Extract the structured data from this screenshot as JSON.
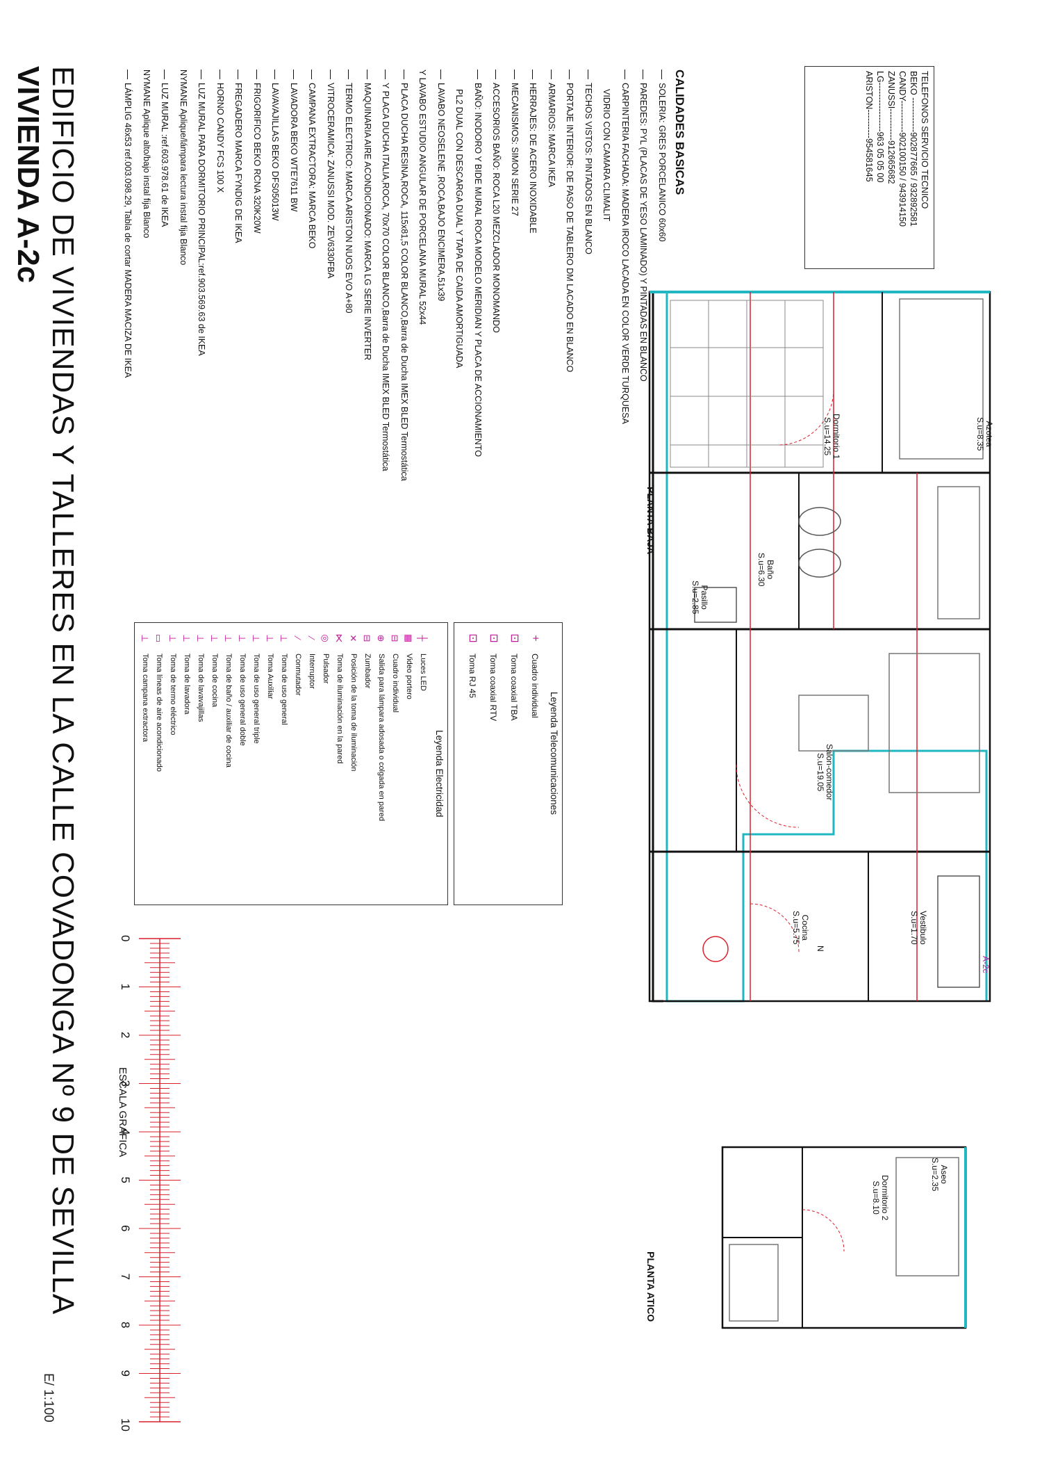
{
  "telefonos": {
    "title": "TELEFONOS SERVICIO TECNICO",
    "rows": [
      "BEKO ------------902877665 / 932892581",
      "CANDY-----------902100150 / 943914150",
      "ZANUSSI-----------912665682",
      "LG-----------------963 05 05 00",
      "ARISTON----------954581645"
    ]
  },
  "calidades": {
    "title": "CALIDADES BASICAS",
    "items": [
      {
        "text": "SOLERIA:  GRES PORCELANICO 60x60",
        "dash": true
      },
      {
        "text": "PAREDES:  PYL (PLACAS DE YESO LAMINADO) Y PINTADAS EN BLANCO",
        "dash": true
      },
      {
        "text": "CARPINTERIA FACHADA: MADERA IROCO LACADA EN COLOR VERDE TURQUESA",
        "dash": true
      },
      {
        "text": "VIDRIO CON CAMARA CLIMALIT",
        "dash": false,
        "sub": true
      },
      {
        "text": "TECHOS VISTOS: PINTADOS EN BLANCO",
        "dash": true
      },
      {
        "text": "PORTAJE INTERIOR: DE PASO DE TABLERO DM LACADO EN BLANCO",
        "dash": true
      },
      {
        "text": "ARMARIOS: MARCA IKEA",
        "dash": true
      },
      {
        "text": "HERRAJES: DE ACERO INOXIDABLE",
        "dash": true
      },
      {
        "text": "MECANISMOS: SIMON SERIE 27",
        "dash": true
      },
      {
        "text": "ACCESORIOS BAÑO: ROCA L20 MEZCLADOR MONOMANDO",
        "dash": true
      },
      {
        "text": "BAÑO: INODORO Y BIDE MURAL ROCA MODELO MERIDIAN Y PLACA DE ACCIONAMIENTO",
        "dash": true
      },
      {
        "text": "PL2 DUAL CON DESCARGA DUAL  Y TAPA DE CAIDA AMORTIGUADA",
        "dash": false,
        "sub": true
      },
      {
        "text": "LAVABO NEOSELENE ,ROCA,BAJO ENCIMERA,51x39",
        "dash": true
      },
      {
        "text": "Y LAVABO ESTUDIO ANGULAR DE PORCELANA MURAL 52x44",
        "dash": false
      },
      {
        "text": "PLACA DUCHA  RESINA,ROCA, 115x81,5 COLOR BLANCO,Barra de Ducha IMEX BLED Termostática",
        "dash": true
      },
      {
        "text": "Y PLACA DUCHA  ITALIA,ROCA, 70x70 COLOR BLANCO,Barra de Ducha IMEX BLED Termostática",
        "dash": true
      },
      {
        "text": "MAQUINARIA AIRE ACONDICIONADO: MARCA LG SERIE INVERTER",
        "dash": true
      },
      {
        "text": "TERMO ELECTRICO: MARCA ARISTON NUOS EVO A+80",
        "dash": true
      },
      {
        "text": "VITROCERAMICA: ZANUSSI MOD. ZEV6330FBA",
        "dash": true
      },
      {
        "text": "CAMPANA EXTRACTORA: MARCA BEKO",
        "dash": true
      },
      {
        "text": "LAVADORA BEKO WTE7611 BW",
        "dash": true
      },
      {
        "text": "LAVAVAJILLAS BEKO DFS05013W",
        "dash": true
      },
      {
        "text": "FRIGORIFICO BEKO RCNA 320K20W",
        "dash": true
      },
      {
        "text": "FREGADERO MARCA FYNDIG DE IKEA",
        "dash": true
      },
      {
        "text": "HORNO CANDY FCS 100 X",
        "dash": true
      },
      {
        "text": "LUZ MURAL PARA DORMITORIO PRINCIPAL:ref.903.569.63 de IKEA",
        "dash": true
      },
      {
        "text": "NYMANE  Apliquе/lámpara lectura instal fija Blanco",
        "dash": false
      },
      {
        "text": "LUZ MURAL :ref.603.978.61 de IKEA",
        "dash": true
      },
      {
        "text": "NYMANE  Aplique alto/bajo instal fija Blanco",
        "dash": false
      },
      {
        "text": "LÁMPLIG 46x53 ref.003.098.29, Tabla de cortar MADERA MACIZA DE IKEA",
        "dash": true
      }
    ]
  },
  "plans": {
    "baja_label": "PLANTA BAJA",
    "atico_label": "PLANTA ATICO",
    "rooms": [
      {
        "name": "Azotea",
        "area": "S.u=8.35"
      },
      {
        "name": "Dormitorio 1",
        "area": "S.u=14.25"
      },
      {
        "name": "Baño",
        "area": "S.u=6.30"
      },
      {
        "name": "Pasillo",
        "area": "S.u=2.85"
      },
      {
        "name": "Salon-comedor",
        "area": "S.u=19.05"
      },
      {
        "name": "Cocina",
        "area": "S.u=5.75"
      },
      {
        "name": "Vestibulo",
        "area": "S.u=1.70"
      },
      {
        "name": "Dormitorio 2",
        "area": "S.u=8.10"
      },
      {
        "name": "Aseo",
        "area": "S.u=2.35"
      }
    ],
    "door_tag": "A-2c",
    "fridge_tag": "N"
  },
  "leyenda_tele": {
    "title": "Leyenda Telecomunicaciones",
    "rows": [
      "Cuadro individual",
      "Toma coaxial TBA",
      "Toma coaxial RTV",
      "Toma RJ 45"
    ]
  },
  "leyenda_elec": {
    "title": "Leyenda Electricidad",
    "rows": [
      "Luces LED",
      "Video portero",
      "Cuadro individual",
      "Salida para lámpara adosada o colgada en pared",
      "Zumbador",
      "Posición de la toma de iluminación",
      "Toma de iluminación en la pared",
      "Pulsador",
      "Interruptor",
      "Conmutador",
      "Toma de uso general",
      "Toma Auxiliar",
      "Toma de uso general triple",
      "Toma de uso general doble",
      "Toma de baño / auxiliar de cocina",
      "Toma de cocina",
      "Toma de lavavajillas",
      "Toma de lavadora",
      "Toma de termo eléctrico",
      "Toma líneas de aire acondicionado",
      "Toma campana extractora"
    ]
  },
  "titles": {
    "line1": "EDIFICIO DE VIVIENDAS Y TALLERES  EN LA CALLE COVADONGA  Nº 9  DE SEVILLA",
    "line2": "VIVIENDA A-2c",
    "scale": "E/ 1:100"
  },
  "escala": {
    "label": "ESCALA GRAFICA",
    "ticks": [
      "0",
      "1",
      "2",
      "3",
      "4",
      "5",
      "6",
      "7",
      "8",
      "9",
      "10"
    ]
  }
}
